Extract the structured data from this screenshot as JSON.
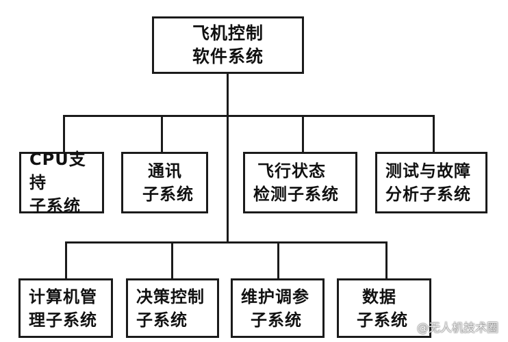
{
  "root": {
    "line1": "飞机控制",
    "line2": "软件系统"
  },
  "row1": [
    {
      "line1": "CPU支持",
      "line2": "子系统"
    },
    {
      "line1": "通讯",
      "line2": "子系统"
    },
    {
      "line1": "飞行状态",
      "line2": "检测子系统"
    },
    {
      "line1": "测试与故障",
      "line2": "分析子系统"
    }
  ],
  "row2": [
    {
      "line1": "计算机管",
      "line2": "理子系统"
    },
    {
      "line1": "决策控制",
      "line2": "子系统"
    },
    {
      "line1": "维护调参",
      "line2": "子系统"
    },
    {
      "line1": "数据",
      "line2": "子系统"
    }
  ],
  "watermark": "@无人机技术圈"
}
